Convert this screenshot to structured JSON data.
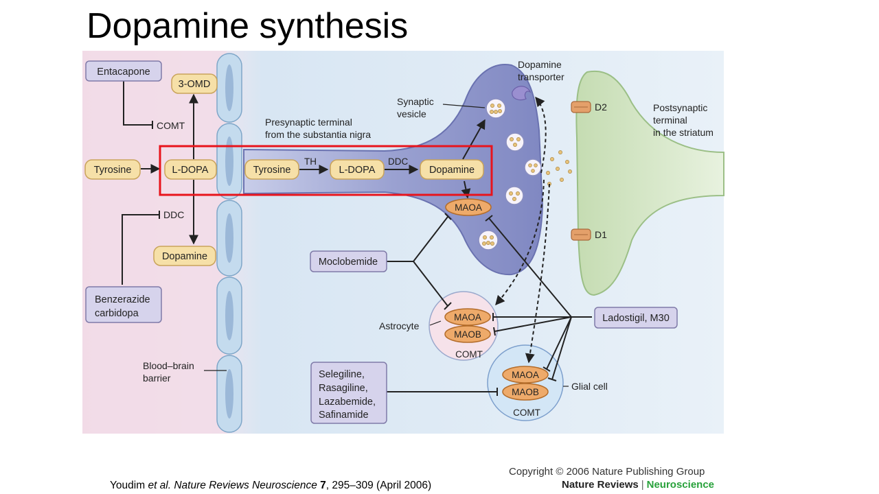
{
  "title": "Dopamine synthesis",
  "labels": {
    "entacapone": "Entacapone",
    "three_omd": "3-OMD",
    "comt_left": "COMT",
    "tyrosine_left": "Tyrosine",
    "ldopa_left": "L-DOPA",
    "ddc_left": "DDC",
    "dopamine_left": "Dopamine",
    "benzerazide_1": "Benzerazide",
    "benzerazide_2": "carbidopa",
    "bbb_1": "Blood–brain",
    "bbb_2": "barrier",
    "presyn_1": "Presynaptic terminal",
    "presyn_2": "from the substantia nigra",
    "tyrosine_mid": "Tyrosine",
    "th": "TH",
    "ldopa_mid": "L-DOPA",
    "ddc_mid": "DDC",
    "dopamine_mid": "Dopamine",
    "maoa_pre": "MAOA",
    "synaptic_1": "Synaptic",
    "synaptic_2": "vesicle",
    "transporter_1": "Dopamine",
    "transporter_2": "transporter",
    "d2": "D2",
    "d1": "D1",
    "postsyn_1": "Postsynaptic",
    "postsyn_2": "terminal",
    "postsyn_3": "in the striatum",
    "moclobemide": "Moclobemide",
    "astrocyte": "Astrocyte",
    "maoa_astro": "MAOA",
    "maob_astro": "MAOB",
    "comt_astro": "COMT",
    "ladostigil": "Ladostigil, M30",
    "selegiline_1": "Selegiline,",
    "selegiline_2": "Rasagiline,",
    "selegiline_3": "Lazabemide,",
    "selegiline_4": "Safinamide",
    "maoa_glial": "MAOA",
    "maob_glial": "MAOB",
    "comt_glial": "COMT",
    "glial": "Glial cell"
  },
  "citation": {
    "authors": "Youdim ",
    "etal": "et al. Nature Reviews Neuroscience",
    "volume": "7",
    "rest": ", 295–309 (April 2006)"
  },
  "copyright": "Copyright © 2006 Nature Publishing Group",
  "journal": {
    "name": "Nature Reviews",
    "sep": "|",
    "section": "Neuroscience"
  },
  "colors": {
    "highlight": "#e8141c",
    "enzyme_fill": "#f6e0a8",
    "enzyme_stroke": "#c9a35a",
    "mao_fill": "#eeaa6a",
    "drug_fill": "#d6d3ec",
    "drug_stroke": "#7f7aa8",
    "neuron_fill": "#8c94c8",
    "postsyn_fill": "#cfe3c0"
  }
}
